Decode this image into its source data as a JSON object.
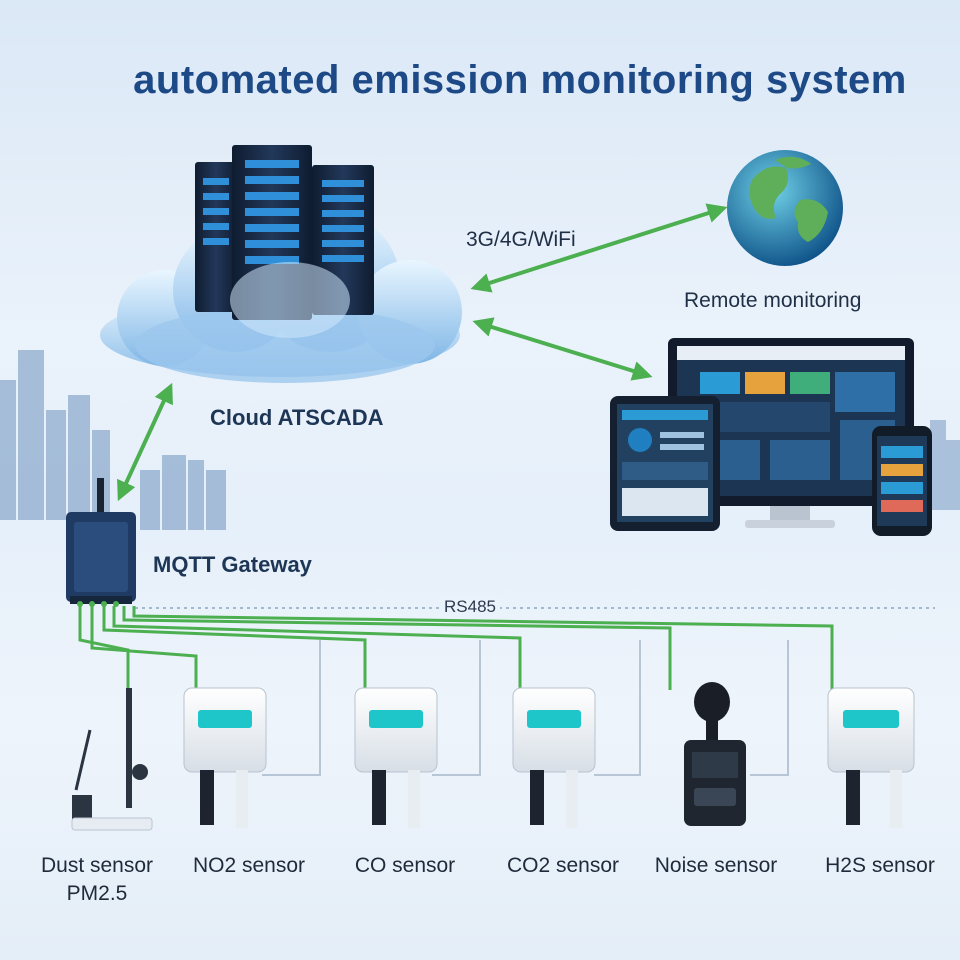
{
  "title": "automated emission monitoring system",
  "network_label": "3G/4G/WiFi",
  "remote_label": "Remote monitoring",
  "cloud_label": "Cloud ATSCADA",
  "gateway_label": "MQTT Gateway",
  "bus_label": "RS485",
  "sensors": [
    {
      "line1": "Dust sensor",
      "line2": "PM2.5"
    },
    {
      "line1": "NO2 sensor",
      "line2": ""
    },
    {
      "line1": "CO sensor",
      "line2": ""
    },
    {
      "line1": "CO2 sensor",
      "line2": ""
    },
    {
      "line1": "Noise sensor",
      "line2": ""
    },
    {
      "line1": "H2S sensor",
      "line2": ""
    }
  ],
  "colors": {
    "title": "#1d4a86",
    "link": "#4caf50",
    "server": "#1a2a44",
    "screen": "#2b9bd6"
  }
}
